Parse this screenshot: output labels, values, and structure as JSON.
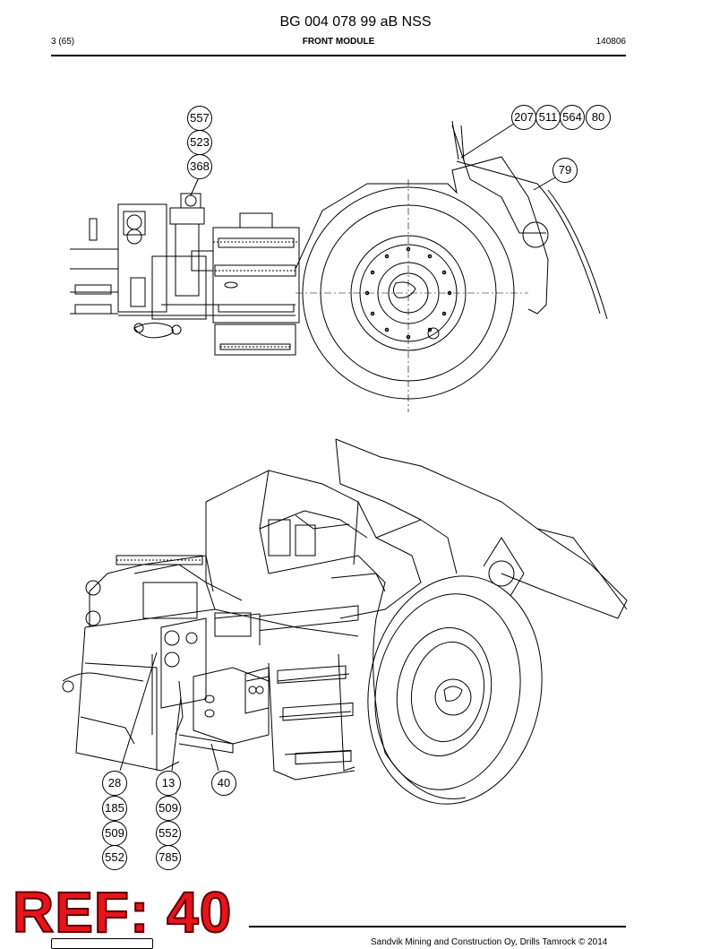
{
  "header": {
    "doc_code": "BG 004 078 99 aB NSS",
    "page": "3 (65)",
    "section": "FRONT MODULE",
    "date": "140806"
  },
  "callouts": {
    "top_left": [
      "557",
      "523",
      "368"
    ],
    "top_right": [
      "207",
      "511",
      "564",
      "80"
    ],
    "top_right_single": "79",
    "bottom_col1": [
      "28",
      "185",
      "509",
      "552"
    ],
    "bottom_col2": [
      "13",
      "509",
      "552",
      "785"
    ],
    "bottom_col3": "40"
  },
  "stamp": {
    "text": "REF: 40",
    "color": "#e8141b"
  },
  "footer": {
    "copyright": "Sandvik Mining and Construction Oy, Drills Tamrock © 2014"
  },
  "icons": [
    "sandvik-logo"
  ]
}
